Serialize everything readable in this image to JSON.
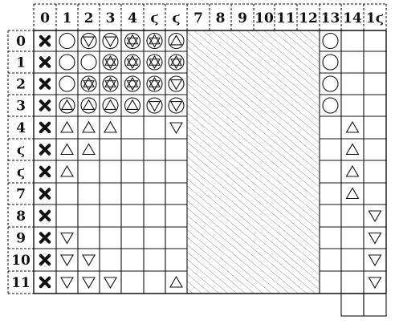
{
  "columns": [
    "0",
    "1",
    "2",
    "3",
    "4",
    "ϛ",
    "ϛ",
    "7",
    "8",
    "9",
    "10",
    "11",
    "12",
    "13",
    "14",
    "1ϛ"
  ],
  "rows": [
    "0",
    "1",
    "2",
    "3",
    "4",
    "ϛ",
    "ϛ",
    "7",
    "8",
    "9",
    "10",
    "11"
  ],
  "hatched_columns": [
    7,
    12
  ],
  "extra_cells": [
    {
      "col": 14,
      "row": 12
    },
    {
      "col": 15,
      "row": 12
    }
  ],
  "symbol_names": {
    "X": "cross",
    "O": "circle",
    "T": "triangle-up",
    "V": "triangle-down",
    "S": "star-of-david",
    "A": "circled-triangle-up",
    "D": "circled-triangle-down"
  },
  "grid": [
    "XODDSSA......O..",
    "XOOSSSS......O..",
    "XOSSSSD......O..",
    "XAAAADD......O..",
    "XTTT..V.......T.",
    "XTT...........T.",
    "XT............T.",
    "X.............T.",
    "X..............V",
    "XV.............V",
    "XVV............V",
    "XVVV..T........V"
  ],
  "colors": {
    "ink": "#111111",
    "hatch": "#8a8a8a",
    "background": "#ffffff"
  }
}
